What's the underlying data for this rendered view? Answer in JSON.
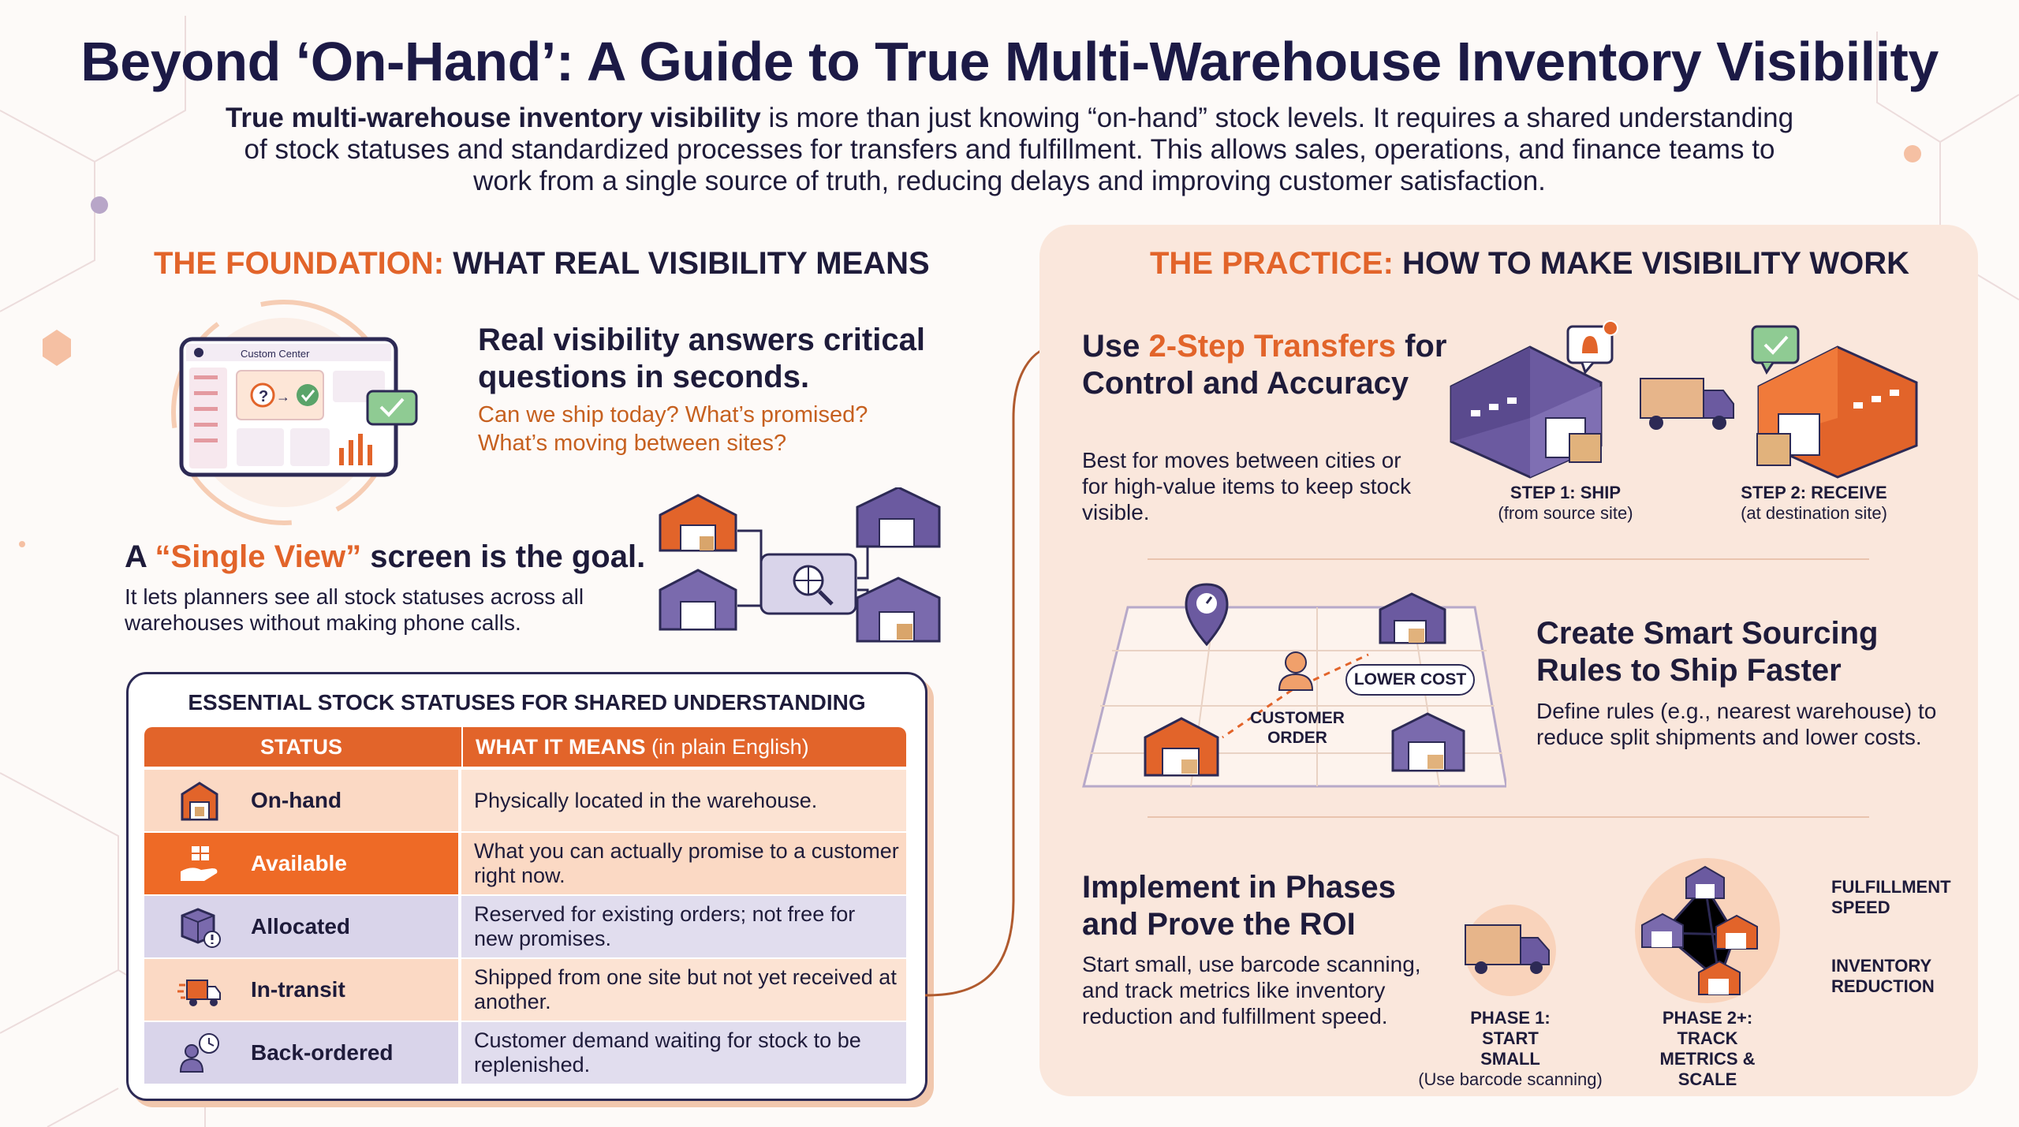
{
  "header": {
    "title": "Beyond ‘On-Hand’: A Guide to True Multi-Warehouse Inventory Visibility",
    "intro_bold": "True multi-warehouse inventory visibility",
    "intro_rest": " is more than just knowing “on-hand” stock levels. It requires a shared understanding of stock statuses and standardized processes for transfers and fulfillment. This allows sales, operations, and finance teams to work from a single source of truth, reducing delays and improving customer satisfaction."
  },
  "foundation": {
    "heading_accent": "THE FOUNDATION:",
    "heading_rest": " WHAT REAL VISIBILITY MEANS",
    "screen_label": "Custom Center",
    "answers_title": "Real visibility answers critical questions in seconds.",
    "answers_sub": "Can we ship today? What’s promised? What’s moving between sites?",
    "single_view_pre": "A ",
    "single_view_accent": "“Single View”",
    "single_view_post": " screen is the goal.",
    "single_view_body": "It lets planners see all stock statuses across all warehouses without making phone calls."
  },
  "statuses": {
    "title": "ESSENTIAL STOCK STATUSES FOR SHARED UNDERSTANDING",
    "col_status": "STATUS",
    "col_meaning_bold": "WHAT IT MEANS",
    "col_meaning_light": " (in plain English)",
    "rows": [
      {
        "status": "On-hand",
        "meaning": "Physically located in the warehouse.",
        "icon": "warehouse-icon",
        "bg": "#fbd9c4",
        "bg_right": "#fce3d3",
        "text_color": "#1e1b3a"
      },
      {
        "status": "Available",
        "meaning": "What you can actually promise to a customer right now.",
        "icon": "hand-box-icon",
        "bg": "#ee6a26",
        "bg_right": "#fbd9c4",
        "text_color": "#ffffff"
      },
      {
        "status": "Allocated",
        "meaning": "Reserved for existing orders; not free for new promises.",
        "icon": "box-alert-icon",
        "bg": "#d9d4ea",
        "bg_right": "#e1ddee",
        "text_color": "#1e1b3a"
      },
      {
        "status": "In-transit",
        "meaning": "Shipped from one site but not yet received at another.",
        "icon": "truck-icon",
        "bg": "#fbd9c4",
        "bg_right": "#fce3d3",
        "text_color": "#1e1b3a"
      },
      {
        "status": "Back-ordered",
        "meaning": "Customer demand waiting for stock to be replenished.",
        "icon": "person-clock-icon",
        "bg": "#d9d4ea",
        "bg_right": "#e1ddee",
        "text_color": "#1e1b3a"
      }
    ]
  },
  "practice": {
    "heading_accent": "THE PRACTICE:",
    "heading_rest": " HOW TO MAKE VISIBILITY WORK",
    "transfers": {
      "title_pre": "Use ",
      "title_accent": "2-Step Transfers",
      "title_post": " for Control and Accuracy",
      "body": "Best for moves between cities or for high-value items to keep stock visible.",
      "step1_bold": "STEP 1: SHIP",
      "step1_sub": "(from source site)",
      "step2_bold": "STEP 2: RECEIVE",
      "step2_sub": "(at destination site)"
    },
    "sourcing": {
      "title": "Create Smart Sourcing Rules to Ship Faster",
      "body": "Define rules (e.g., nearest warehouse) to reduce split shipments and lower costs.",
      "customer_order": "CUSTOMER ORDER",
      "lower_cost": "LOWER COST"
    },
    "phases": {
      "title": "Implement in Phases and Prove the ROI",
      "body": "Start small, use barcode scanning, and track metrics like inventory reduction and fulfillment speed.",
      "phase1_bold": "PHASE 1: START SMALL",
      "phase1_sub": "(Use barcode scanning)",
      "phase2_bold": "PHASE 2+: TRACK METRICS & SCALE",
      "metric1": "FULFILLMENT SPEED",
      "metric2": "INVENTORY REDUCTION"
    }
  },
  "colors": {
    "accent": "#e2642a",
    "navy": "#1c1a46",
    "purple": "#6b5aa0",
    "panel": "#fae7dc"
  }
}
